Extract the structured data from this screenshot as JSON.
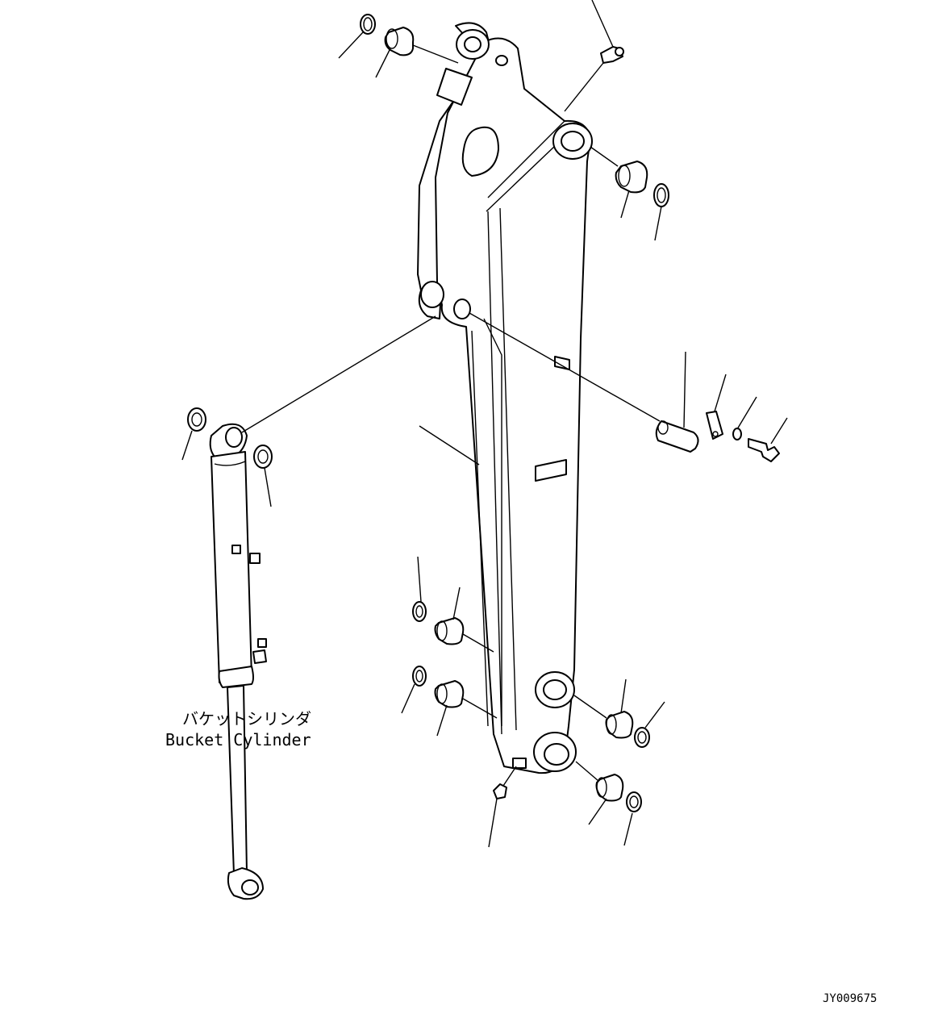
{
  "labels": {
    "cylinder_jp": "バケットシリンダ",
    "cylinder_en": "Bucket Cylinder",
    "drawing_number": "JY009675"
  },
  "colors": {
    "line": "#000000",
    "background": "#ffffff"
  }
}
